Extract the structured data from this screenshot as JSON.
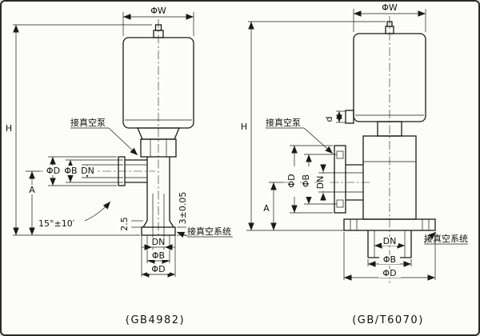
{
  "left": {
    "caption": "(GB4982)",
    "phi_w": "ΦW",
    "h": "H",
    "pump": "接真空泵",
    "system": "接真空系统",
    "side_phi_d": "ΦD",
    "side_phi_b": "ΦB",
    "side_dn": "DN",
    "a": "A",
    "angle": "15°±10′",
    "taper": "2.5",
    "flange": "3±0.05",
    "bot_dn": "DN",
    "bot_phi_b": "ΦB",
    "bot_phi_d": "ΦD"
  },
  "right": {
    "caption": "(GB/T6070)",
    "phi_w": "ΦW",
    "d": "d",
    "h": "H",
    "pump": "接真空泵",
    "system": "接真空系统",
    "side_phi_d": "ΦD",
    "side_phi_b": "ΦB",
    "side_dn": "DN",
    "a": "A",
    "bot_dn": "DN",
    "bot_phi_b": "ΦB",
    "bot_phi_d": "ΦD"
  }
}
